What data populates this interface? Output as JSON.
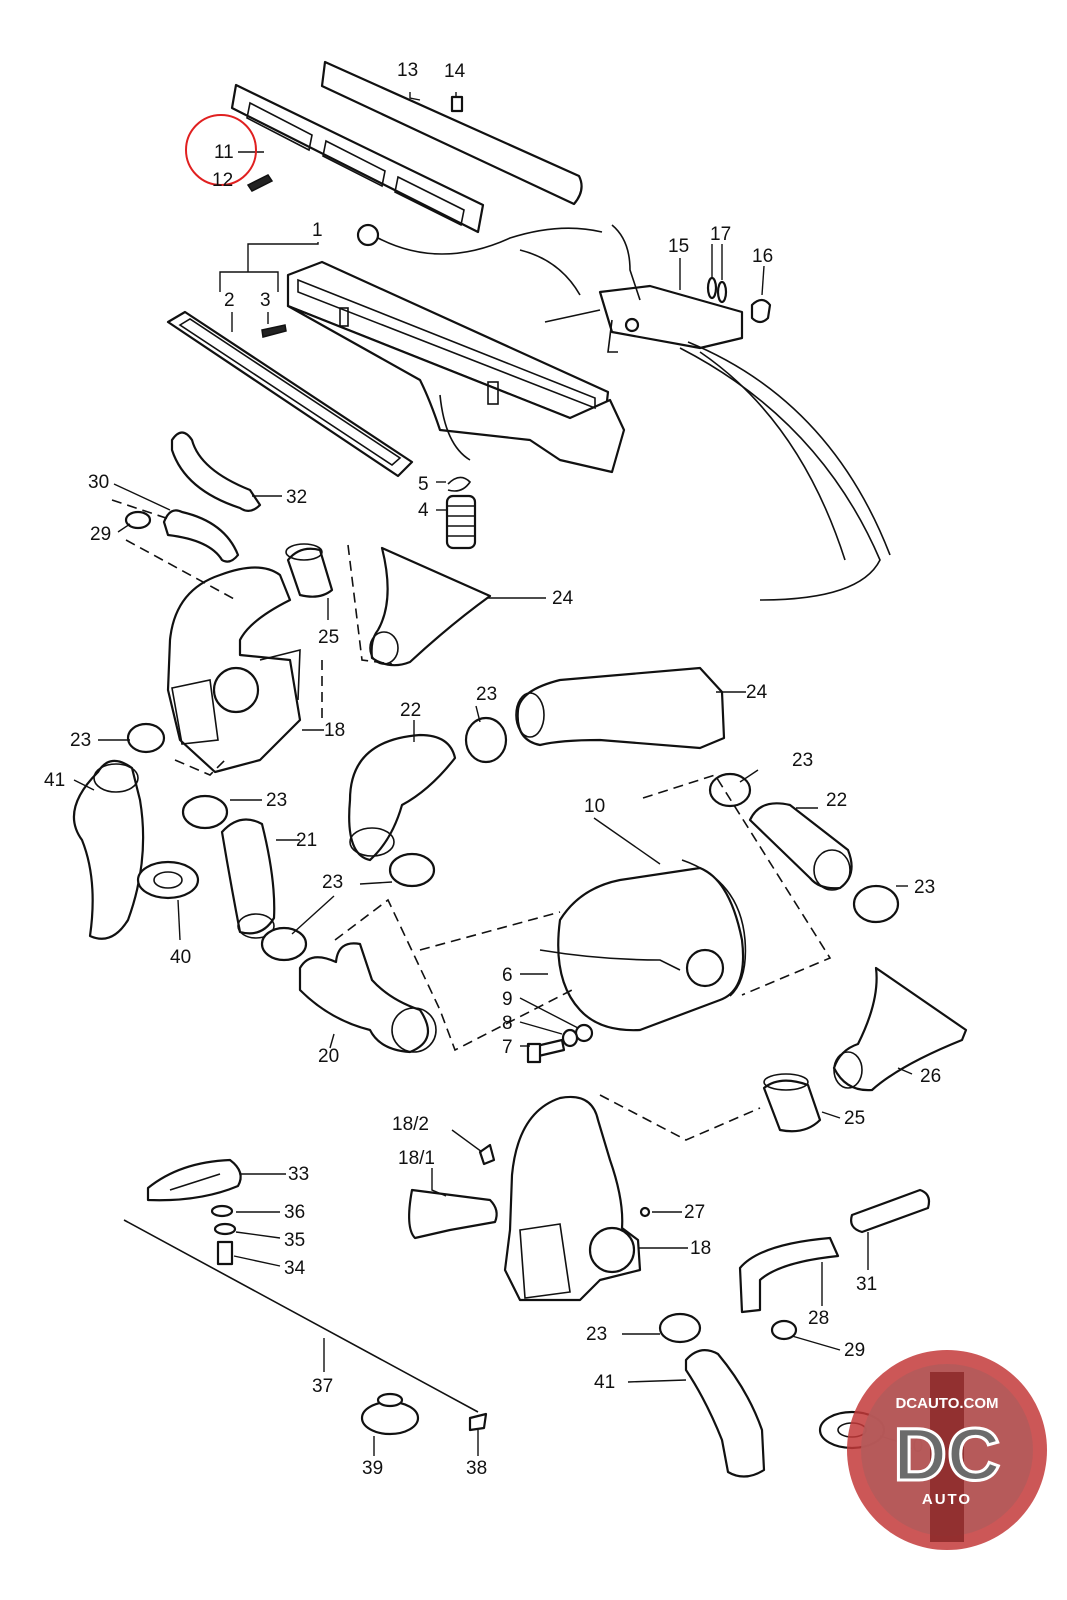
{
  "callouts": [
    "1",
    "2",
    "3",
    "4",
    "5",
    "6",
    "7",
    "8",
    "9",
    "10",
    "11",
    "12",
    "13",
    "14",
    "15",
    "16",
    "17",
    "18",
    "18/1",
    "18/2",
    "20",
    "21",
    "22",
    "23",
    "24",
    "25",
    "26",
    "27",
    "28",
    "29",
    "30",
    "31",
    "32",
    "33",
    "34",
    "35",
    "36",
    "37",
    "38",
    "39",
    "40",
    "41"
  ],
  "highlight": {
    "label": "11",
    "color": "#e02020"
  },
  "watermark": {
    "url": "DCAUTO.COM",
    "letters": "DC",
    "word": "AUTO",
    "colors": {
      "ring": "#c33a3a",
      "disc": "#b45b5b",
      "stripe": "#8e2b2b"
    }
  }
}
